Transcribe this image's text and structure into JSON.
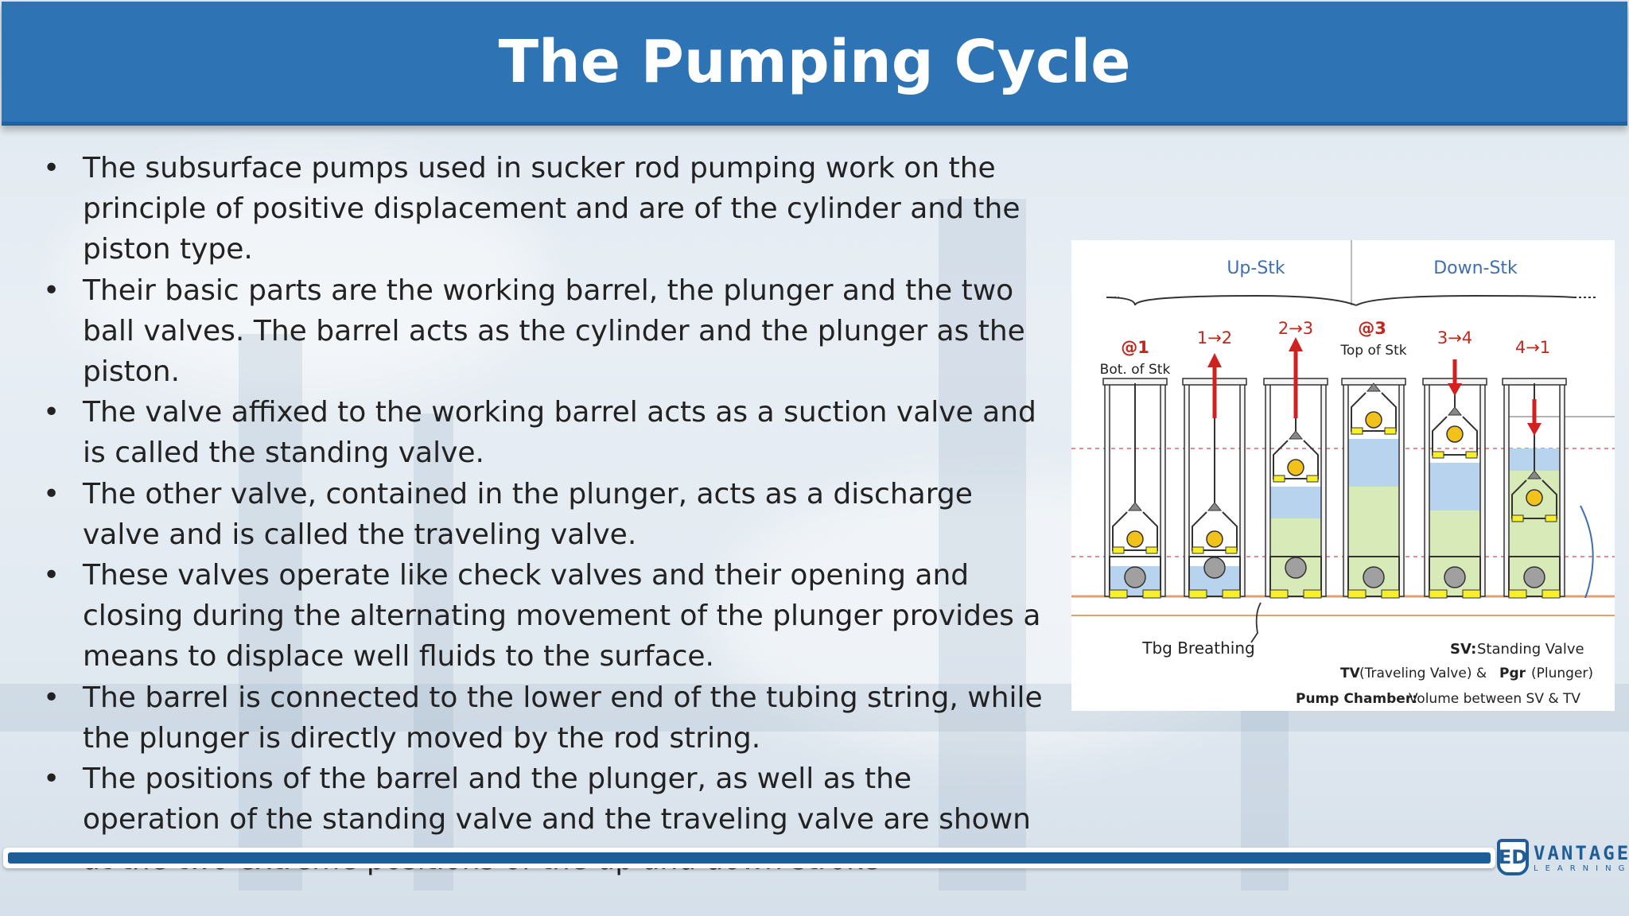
{
  "slide": {
    "title": "The Pumping Cycle"
  },
  "bullets": [
    "The subsurface pumps used in sucker rod pumping work on the principle of positive displacement and are of the cylinder and the piston type.",
    "Their basic parts are the working barrel, the plunger and the two ball valves. The barrel acts as the cylinder and the plunger as the piston.",
    "The valve affixed to the working barrel acts as a suction valve and is called the standing valve.",
    "The other valve, contained in the plunger, acts as a discharge valve and is called the traveling valve.",
    "These valves operate like check valves and their opening and closing during the alternating movement of the plunger provides a means to displace well fluids to the surface.",
    "The barrel is connected to the lower end of the tubing string, while the plunger is directly moved by the rod string.",
    "The positions of the barrel and the plunger, as well as the operation of the standing valve and the traveling valve are shown at the two extreme positions of the up and down stroke"
  ],
  "bullet_symbol": "•",
  "figure": {
    "up_stroke": "Up-Stk",
    "down_stroke": "Down-Stk",
    "stages": [
      "@1",
      "1→2",
      "2→3",
      "@3",
      "3→4",
      "4→1"
    ],
    "bot_label": "Bot. of Stk",
    "top_label": "Top of Stk",
    "tbg_breathing": "Tbg Breathing",
    "legend_sv_key": "SV:",
    "legend_sv_val": "Standing Valve",
    "legend_tv_key": "TV",
    "legend_tv_mid": "(Traveling Valve) &",
    "legend_pgr_key": "Pgr",
    "legend_pgr_val": "(Plunger)",
    "legend_pc_key": "Pump Chamber:",
    "legend_pc_val": "Volume between SV & TV",
    "colors": {
      "label_blue": "#3f6fae",
      "stage_red": "#c0281e",
      "arrow_red": "#d02020",
      "fluid_blue": "#b7d3ee",
      "fluid_green": "#d8eab7",
      "ball_yellow": "#f2c21b",
      "ball_gray": "#a0a0a0",
      "seat_yellow": "#f7ef2a"
    }
  },
  "logo": {
    "mark": "ED",
    "brand": "VANTAGE",
    "sub": "LEARNING"
  }
}
